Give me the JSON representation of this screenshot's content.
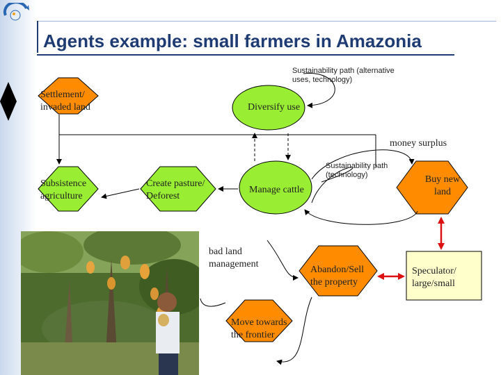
{
  "slide": {
    "title": "Agents example: small farmers in Amazonia"
  },
  "nodes": {
    "settlement": "Settlement/ invaded land",
    "diversify": "Diversify use",
    "subsistence": "Subsistence agriculture",
    "pasture": "Create pasture/ Deforest",
    "cattle": "Manage cattle",
    "buy_land": "Buy new land",
    "abandon": "Abandon/Sell the property",
    "speculator": "Speculator/ large/small",
    "frontier": "Move towards the frontier"
  },
  "labels": {
    "sustainability_top": "Sustainability path (alternative uses, technology)",
    "money_surplus": "money surplus",
    "sustainability_mid": "Sustainability path (technology)",
    "bad_land": "bad land management"
  },
  "colors": {
    "green": "#99ee33",
    "orange": "#ff8c00",
    "yellow": "#ffffcc",
    "red": "#dd1111",
    "title": "#1f3b74"
  }
}
